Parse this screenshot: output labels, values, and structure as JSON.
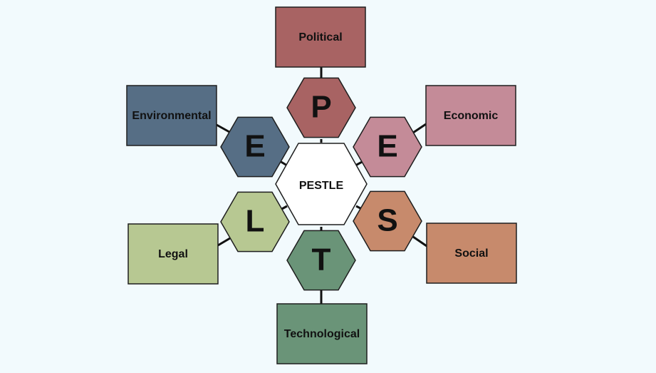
{
  "center": {
    "label": "PESTLE",
    "fill": "#ffffff"
  },
  "factors": [
    {
      "key": "political",
      "letter": "P",
      "label": "Political",
      "color": "#a86363"
    },
    {
      "key": "economic",
      "letter": "E",
      "label": "Economic",
      "color": "#c48b98"
    },
    {
      "key": "social",
      "letter": "S",
      "label": "Social",
      "color": "#c78a6c"
    },
    {
      "key": "technological",
      "letter": "T",
      "label": "Technological",
      "color": "#6a9478"
    },
    {
      "key": "legal",
      "letter": "L",
      "label": "Legal",
      "color": "#b7c892"
    },
    {
      "key": "environmental",
      "letter": "E",
      "label": "Environmental",
      "color": "#566e85"
    }
  ],
  "colors": {
    "background": "#f2fafd",
    "outline": "#1e1e1e",
    "connector": "#111111"
  }
}
